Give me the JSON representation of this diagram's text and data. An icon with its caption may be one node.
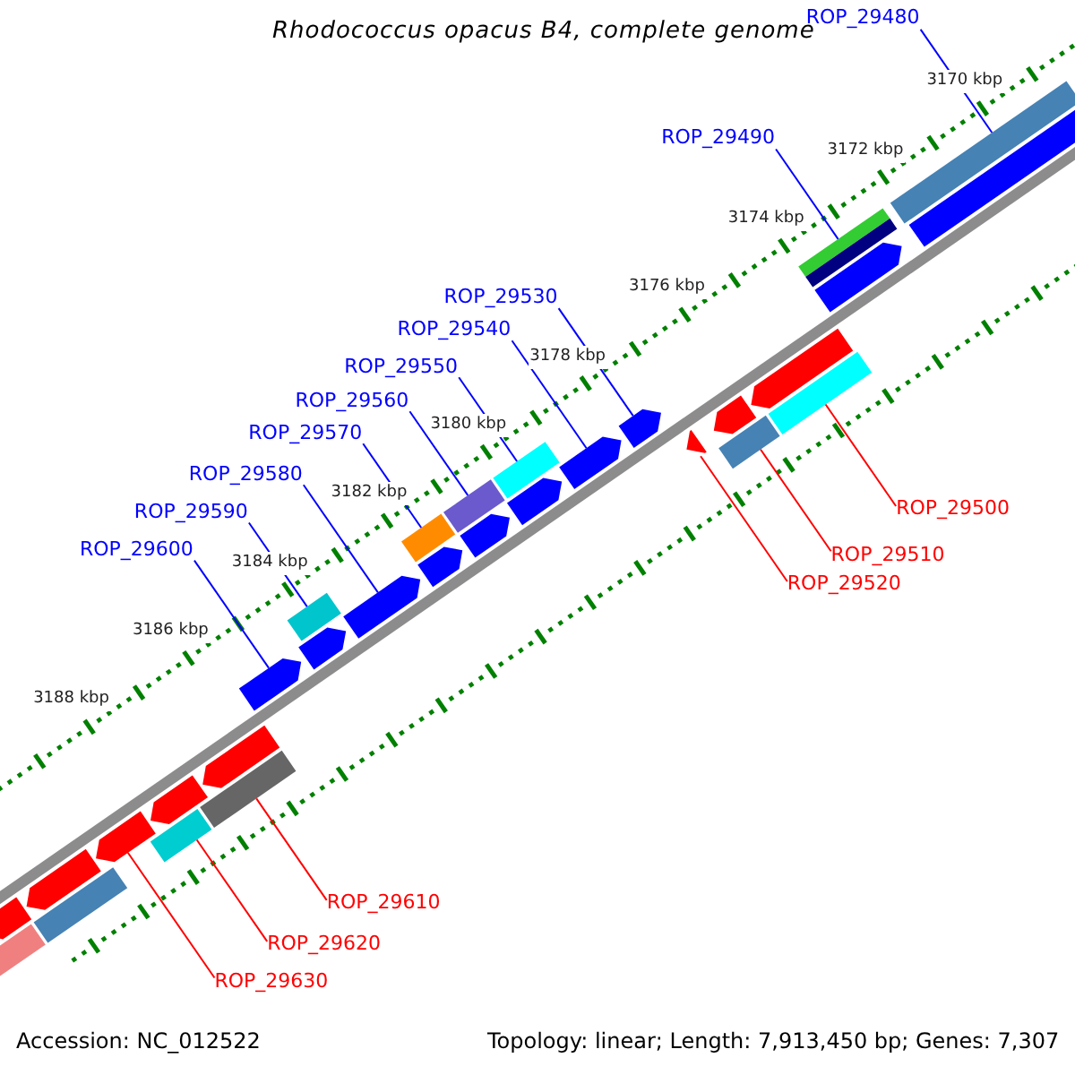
{
  "diagram": {
    "title": "Rhodococcus opacus B4, complete genome",
    "nodes": [
      {
        "text": [
          "ROP_29480"
        ]
      },
      {
        "text": [
          "ROP_29490"
        ]
      },
      {
        "text": [
          "ROP_29530"
        ]
      },
      {
        "text": [
          "ROP_29540"
        ]
      },
      {
        "text": [
          "ROP_29550"
        ]
      },
      {
        "text": [
          "ROP_29560"
        ]
      },
      {
        "text": [
          "ROP_29570"
        ]
      },
      {
        "text": [
          "ROP_29580"
        ]
      },
      {
        "text": [
          "ROP_29500"
        ]
      },
      {
        "text": [
          "ROP_29590"
        ]
      },
      {
        "text": [
          "ROP_29600"
        ]
      },
      {
        "text": [
          "ROP_29510"
        ]
      },
      {
        "text": [
          "ROP_29520"
        ]
      },
      {
        "text": [
          "ROP_29610"
        ]
      },
      {
        "text": [
          "ROP_29620"
        ]
      },
      {
        "text": [
          "ROP_29630"
        ]
      },
      {
        "text": [],
        "shape": "bar"
      },
      {
        "text": [],
        "shape": "bar"
      },
      {
        "text": [],
        "shape": "bar"
      },
      {
        "text": [],
        "shape": "bar"
      },
      {
        "text": [],
        "shape": "arrow"
      },
      {
        "text": [],
        "shape": "arrow"
      },
      {
        "text": [],
        "shape": "bar"
      },
      {
        "text": [],
        "shape": "arrow"
      },
      {
        "text": [],
        "shape": "arrow"
      },
      {
        "text": [],
        "shape": "bar"
      },
      {
        "text": [],
        "shape": "arrow"
      },
      {
        "text": [],
        "shape": "arrow"
      },
      {
        "text": [],
        "shape": "bar"
      },
      {
        "text": [],
        "shape": "arrow"
      },
      {
        "text": [],
        "shape": "bar"
      },
      {
        "text": [],
        "shape": "arrow"
      },
      {
        "text": [],
        "shape": "bar"
      },
      {
        "text": [],
        "shape": "arrow"
      },
      {
        "text": [],
        "shape": "arrow"
      },
      {
        "text": [],
        "shape": "bar"
      },
      {
        "text": [],
        "shape": "arrow"
      },
      {
        "text": [],
        "shape": "arrow"
      },
      {
        "text": [],
        "shape": "arrow"
      },
      {
        "text": [],
        "shape": "bar"
      },
      {
        "text": [],
        "shape": "arrow"
      },
      {
        "text": [],
        "shape": "bar"
      },
      {
        "text": [],
        "shape": "arrow"
      },
      {
        "text": [],
        "shape": "arrow"
      },
      {
        "text": [],
        "shape": "bar"
      },
      {
        "text": [],
        "shape": "arrow"
      },
      {
        "text": [],
        "shape": "bar"
      }
    ],
    "edges": [
      {
        "from": 0,
        "to": 16,
        "arrow": "none"
      },
      {
        "from": 1,
        "to": 18,
        "arrow": "none"
      },
      {
        "from": 2,
        "to": 24,
        "arrow": "none"
      },
      {
        "from": 3,
        "to": 26,
        "arrow": "none"
      },
      {
        "from": 4,
        "to": 28,
        "arrow": "none"
      },
      {
        "from": 5,
        "to": 30,
        "arrow": "none"
      },
      {
        "from": 6,
        "to": 32,
        "arrow": "none"
      },
      {
        "from": 7,
        "to": 34,
        "arrow": "none"
      },
      {
        "from": 8,
        "to": 22,
        "arrow": "none",
        "color": "#ff0000"
      },
      {
        "from": 9,
        "to": 35,
        "arrow": "none"
      },
      {
        "from": 10,
        "to": 37,
        "arrow": "none"
      },
      {
        "from": 11,
        "to": 25,
        "arrow": "none",
        "color": "#ff0000"
      },
      {
        "from": 12,
        "to": 27,
        "arrow": "none",
        "color": "#ff0000"
      },
      {
        "from": 13,
        "to": 39,
        "arrow": "none",
        "color": "#ff0000"
      },
      {
        "from": 14,
        "to": 41,
        "arrow": "none",
        "color": "#ff0000"
      },
      {
        "from": 15,
        "to": 42,
        "arrow": "none",
        "color": "#ff0000"
      }
    ],
    "labels": [
      "3170 kbp",
      "3172 kbp",
      "3174 kbp",
      "3176 kbp",
      "3178 kbp",
      "3180 kbp",
      "3182 kbp",
      "3184 kbp",
      "3186 kbp",
      "3188 kbp",
      "Accession: NC_012522",
      "Topology: linear; Length: 7,913,450 bp; Genes: 7,307"
    ]
  }
}
